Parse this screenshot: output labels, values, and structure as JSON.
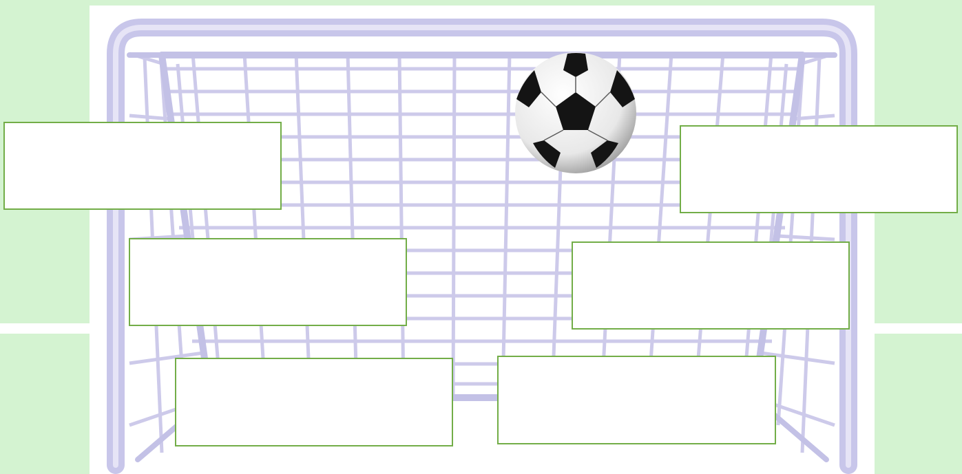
{
  "colors": {
    "green_tile": "#c9f0c6",
    "green_tile_light": "#dff7dc",
    "box_border": "#72ad47",
    "goal_frame": "#c3c1e6",
    "goal_frame_light": "#dedcf3",
    "net_line": "#cdcaea",
    "ball_black": "#141414"
  },
  "scene": {
    "object": "soccer-goal-with-ball",
    "icons": [
      "soccer-ball-icon"
    ]
  },
  "boxes": [
    {
      "id": "box-top-left",
      "text": ""
    },
    {
      "id": "box-top-right",
      "text": ""
    },
    {
      "id": "box-middle-left",
      "text": ""
    },
    {
      "id": "box-middle-right",
      "text": ""
    },
    {
      "id": "box-bottom-left",
      "text": ""
    },
    {
      "id": "box-bottom-right",
      "text": ""
    }
  ]
}
